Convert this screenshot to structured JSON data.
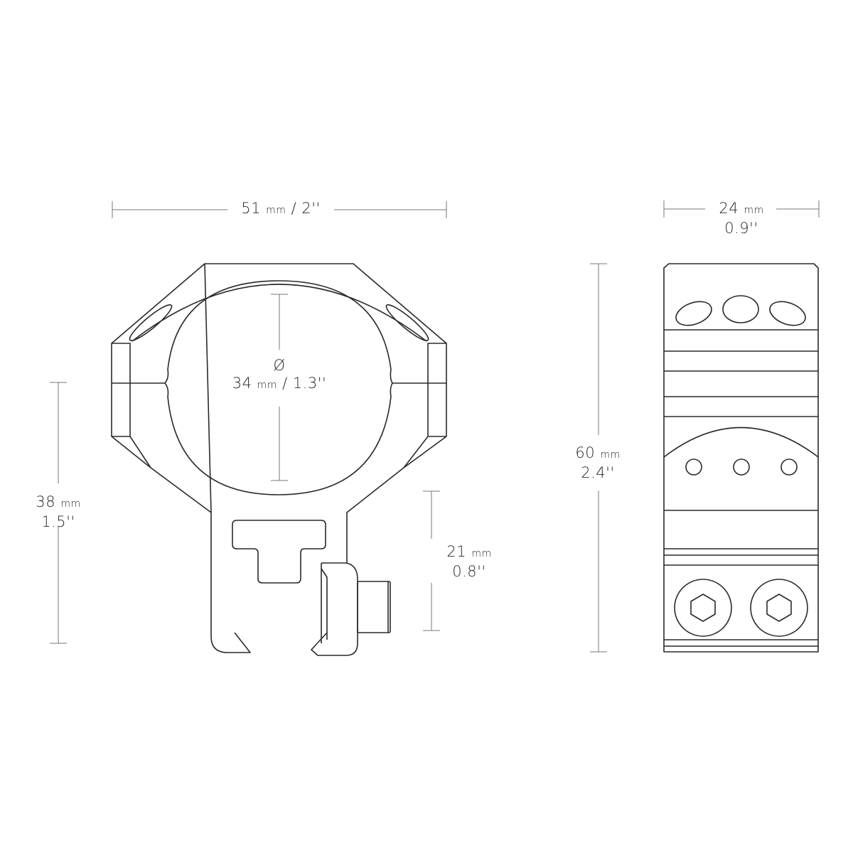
{
  "front_view": {
    "width": {
      "value": "51",
      "unit": "mm",
      "imperial": "/ 2''"
    },
    "bore": {
      "symbol": "Ø",
      "value": "34",
      "unit": "mm",
      "imperial": "/ 1.3''"
    },
    "total_height": {
      "value": "38",
      "unit": "mm",
      "imperial": "1.5''"
    },
    "base_height": {
      "value": "21",
      "unit": "mm",
      "imperial": "0.8''"
    }
  },
  "side_view": {
    "width": {
      "value": "24",
      "unit": "mm",
      "imperial": "0.9''"
    },
    "height": {
      "value": "60",
      "unit": "mm",
      "imperial": "2.4''"
    }
  },
  "colors": {
    "line": "#2a2a2a",
    "dimension": "#777777",
    "background": "#ffffff"
  }
}
